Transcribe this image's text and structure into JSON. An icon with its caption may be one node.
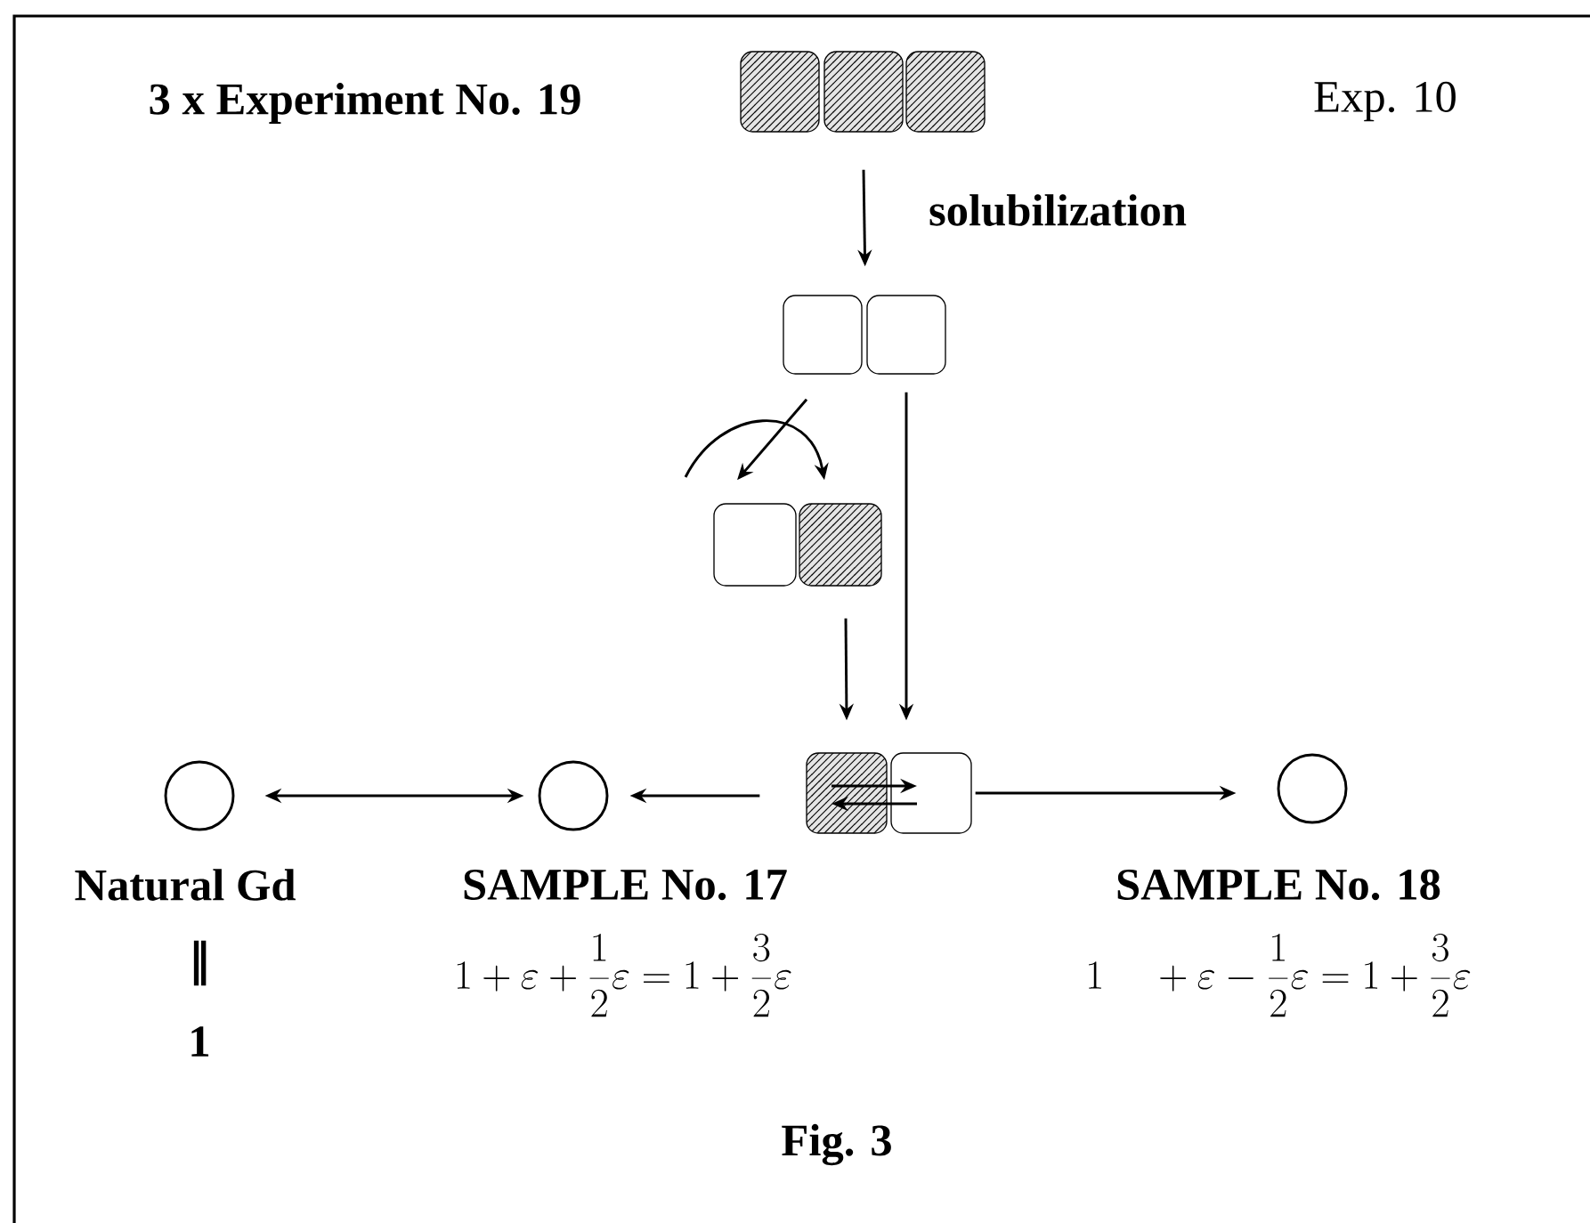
{
  "diagram": {
    "title": "3 x Experiment No. 19",
    "caption": "Fig. 3",
    "nodes": [
      {
        "text": [],
        "shape": "box"
      },
      {
        "text": [],
        "shape": "box"
      },
      {
        "text": [],
        "shape": "box"
      },
      {
        "text": [],
        "shape": "box"
      },
      {
        "text": [],
        "shape": "box"
      },
      {
        "text": [],
        "shape": "box"
      },
      {
        "text": [],
        "shape": "box"
      },
      {
        "text": [],
        "shape": "box"
      },
      {
        "text": [],
        "shape": "box"
      },
      {
        "text": [
          "Natural Gd",
          "‖",
          "1"
        ]
      },
      {
        "text": [
          "SAMPLE No. 17",
          "1+\\varepsilon+\\frac{1}{2}\\varepsilon=1+\\frac{3}{2}\\varepsilon"
        ]
      },
      {
        "text": [
          "SAMPLE No. 18",
          "1\\quad+\\varepsilon-\\frac{1}{2}\\varepsilon=1+\\frac{3}{2}\\varepsilon"
        ]
      }
    ],
    "edges": [
      {
        "from": 1,
        "to": 3,
        "arrow": "to",
        "label": "solubilization"
      },
      {
        "from": 3,
        "to": 5,
        "arrow": "to"
      },
      {
        "from": null,
        "to": 6,
        "arrow": "to"
      },
      {
        "from": 4,
        "to": 8,
        "arrow": "to"
      },
      {
        "from": 6,
        "to": 7,
        "arrow": "to"
      },
      {
        "from": 7,
        "to": 8,
        "arrow": "to"
      },
      {
        "from": 8,
        "to": 7,
        "arrow": "to"
      },
      {
        "from": 7,
        "to": 10,
        "arrow": "to"
      },
      {
        "from": 10,
        "to": 9,
        "arrow": "both"
      },
      {
        "from": 8,
        "to": 11,
        "arrow": "to"
      }
    ],
    "labels": [
      "Exp. 10"
    ]
  }
}
